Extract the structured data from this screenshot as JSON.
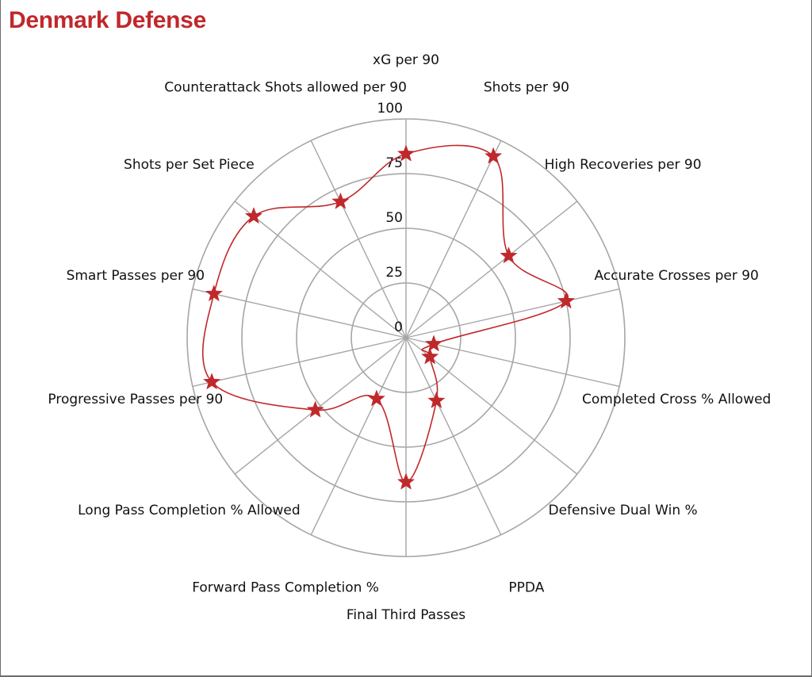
{
  "colors": {
    "accent": "#c0282b",
    "title": "#c0282b",
    "grid": "#a6a6a6",
    "text": "#111111",
    "frame": "#6d6d6d"
  },
  "chart_data": {
    "type": "radar",
    "title": "Denmark Defense",
    "rlim": [
      0,
      100
    ],
    "radial_ticks": [
      0,
      25,
      50,
      75,
      100
    ],
    "grid": true,
    "marker": "star",
    "categories": [
      "xG per 90",
      "Shots per 90",
      "High Recoveries per 90",
      "Accurate Crosses per 90",
      "Completed Cross % Allowed",
      "Defensive Dual Win %",
      "PPDA",
      "Final Third Passes",
      "Forward Pass Completion %",
      "Long Pass Completion % Allowed",
      "Progressive Passes per 90",
      "Smart Passes per 90",
      "Shots per Set Piece",
      "Counterattack Shots allowed per 90"
    ],
    "series": [
      {
        "values": [
          84,
          92,
          60,
          75,
          13,
          14,
          32,
          66,
          31,
          53,
          91,
          90,
          89,
          69
        ]
      }
    ]
  }
}
